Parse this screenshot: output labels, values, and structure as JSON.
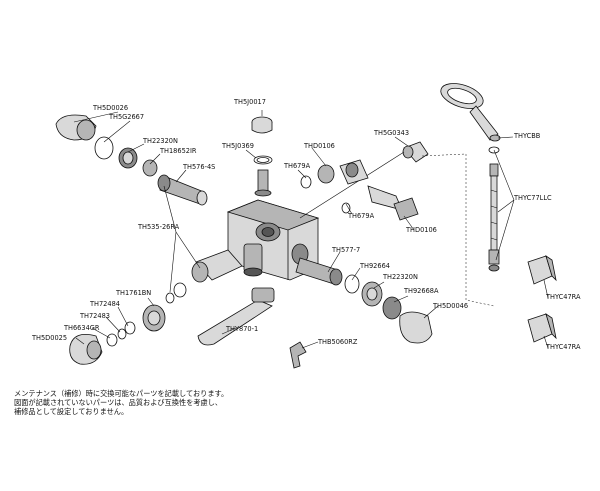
{
  "labels": {
    "th5d0026_top": "TH5D0026",
    "th5d0017": "TH5J0017",
    "th5d0343": "TH5G0343",
    "th5g2667": "TH5G2667",
    "th22320n_left": "TH22320N",
    "thycbb": "THYCBB",
    "th18652ir": "TH18652IR",
    "th5j0369": "TH5J0369",
    "thd0106_top": "THD0106",
    "th576_45": "TH576-4S",
    "th679a_top": "TH679A",
    "thyc77llc": "THYC77LLC",
    "th535_26ra": "TH535-26RA",
    "th679a_mid": "TH679A",
    "thd0106_mid": "THD0106",
    "th577_7": "TH577-7",
    "th1761bn": "TH1761BN",
    "th92664": "TH92664",
    "th22320n_right": "TH22320N",
    "th72484": "TH72484",
    "th92668a": "TH92668A",
    "th72483": "TH72483",
    "th5d0046": "TH5D0046",
    "th6634gr": "TH6634GR",
    "thy870_1": "THY870-1",
    "th5d0025": "TH5D0025",
    "thb5060rz": "THB5060RZ",
    "thyc47ra_top": "THYC47RA",
    "thyc47ra_bottom": "THYC47RA"
  },
  "notes": [
    "メンテナンス（補修）時に交換可能なパーツを記載しております。",
    "図面が記載されていないパーツは、品質および互換性を考慮し、",
    "補修品として設定しておりません。"
  ]
}
